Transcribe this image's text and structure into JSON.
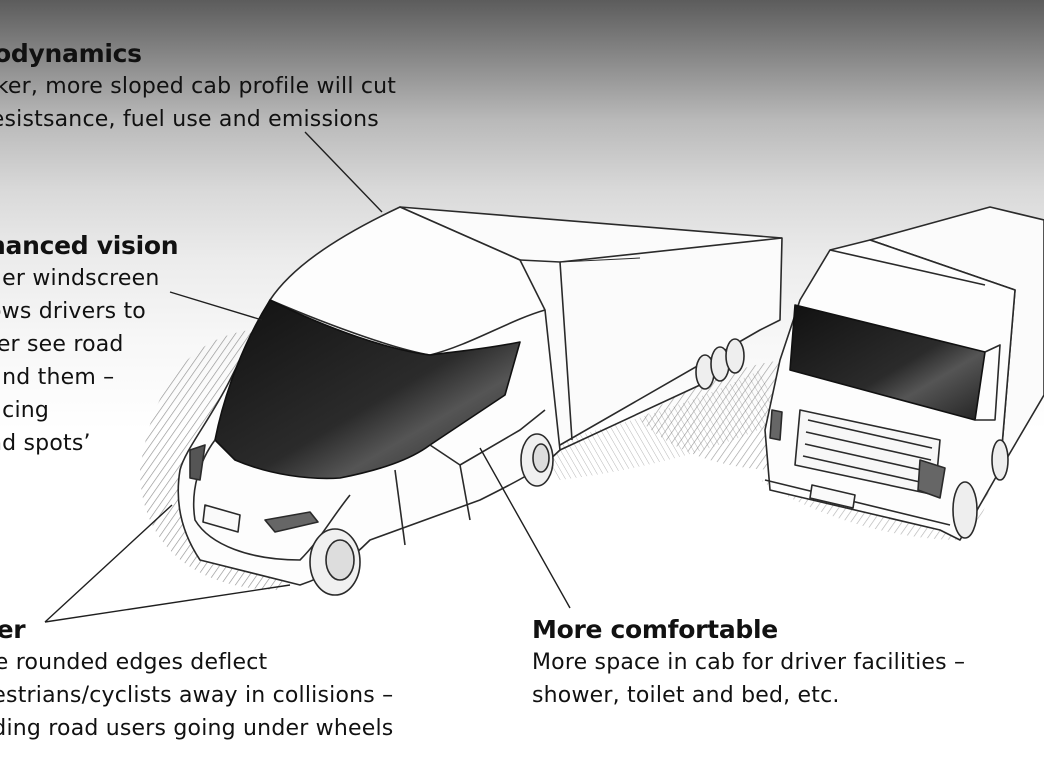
{
  "callouts": {
    "aerodynamics": {
      "heading": "rodynamics",
      "lines": [
        "eker, more sloped cab profile will cut",
        "resistsance, fuel use and emissions"
      ]
    },
    "vision": {
      "heading": "hanced vision",
      "lines": [
        "ger windscreen",
        "ows drivers to",
        "ter see road",
        "und them –",
        "ucing",
        "nd spots’"
      ]
    },
    "safer": {
      "heading": "fer",
      "lines": [
        "re rounded edges deflect",
        "lestrians/cyclists away in collisions –",
        "iding road users going under wheels"
      ]
    },
    "comfort": {
      "heading": "More comfortable",
      "lines": [
        "More space in cab for driver facilities –",
        "shower, toilet and bed, etc."
      ]
    }
  },
  "colors": {
    "ink": "#2a2a2a",
    "glass_dark": "#1c1c1c",
    "shadow_hatch": "#6a6a6a"
  }
}
